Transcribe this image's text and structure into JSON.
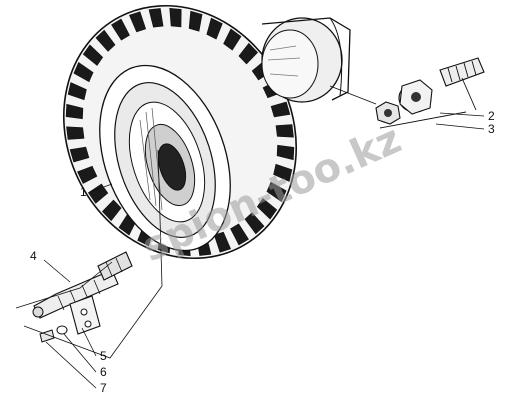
{
  "diagram": {
    "callouts": {
      "c1": "1",
      "c2": "2",
      "c3": "3",
      "c4": "4",
      "c5": "5",
      "c6": "6",
      "c7": "7"
    },
    "watermark": "spion-too.kz"
  }
}
